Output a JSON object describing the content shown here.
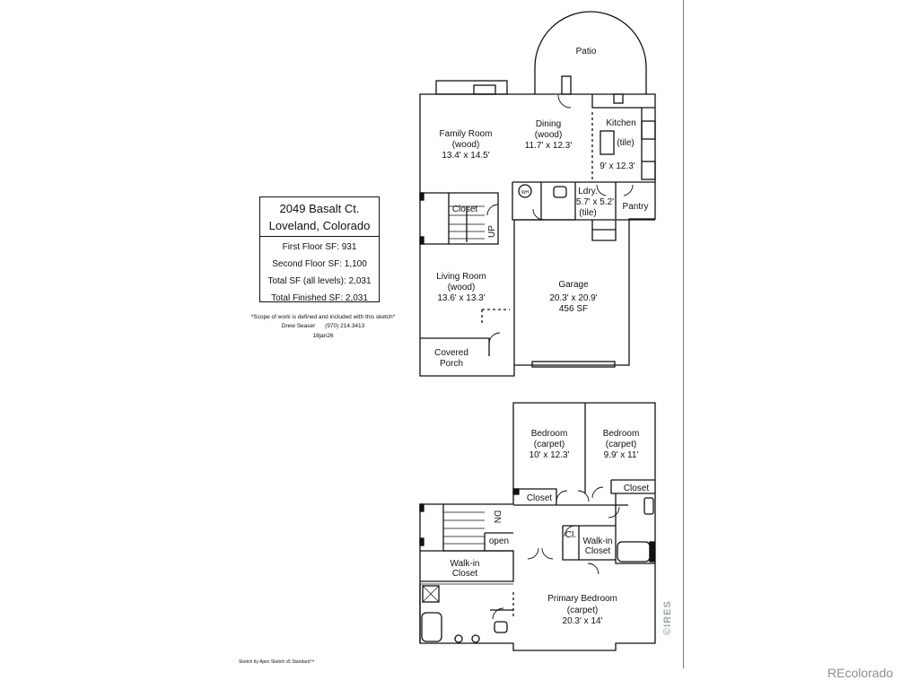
{
  "property": {
    "address": "2049 Basalt Ct.",
    "city": "Loveland, Colorado",
    "stats": [
      "First Floor SF: 931",
      "Second Floor SF: 1,100",
      "Total SF (all levels): 2,031",
      "Total Finished SF: 2,031"
    ],
    "scope_note": "*Scope of work is defined and included with this sketch*",
    "contact": "Drew Seaser      (970) 214.3413",
    "date": "18jan26",
    "credit": "Sketch by Apex Sketch v5 Standard™"
  },
  "first_floor": {
    "patio": "Patio",
    "family_room": [
      "Family Room",
      "(wood)",
      "13.4' x 14.5'"
    ],
    "dining": [
      "Dining",
      "(wood)",
      "11.7' x 12.3'"
    ],
    "kitchen": [
      "Kitchen",
      "(tile)",
      "9' x 12.3'"
    ],
    "closet": "Closet",
    "up": "UP",
    "wh": "WH",
    "laundry": [
      "Ldry.",
      "5.7' x 5.2'",
      "(tile)"
    ],
    "pantry": "Pantry",
    "living_room": [
      "Living Room",
      "(wood)",
      "13.6' x 13.3'"
    ],
    "garage": [
      "Garage",
      "20.3' x 20.9'",
      "456 SF"
    ],
    "covered_porch": [
      "Covered",
      "Porch"
    ]
  },
  "second_floor": {
    "bedroom1": [
      "Bedroom",
      "(carpet)",
      "10' x 12.3'"
    ],
    "bedroom2": [
      "Bedroom",
      "(carpet)",
      "9.9' x 11'"
    ],
    "closet1": "Closet",
    "closet2": "Closet",
    "dn": "DN",
    "open": "open",
    "cl": "Cl.",
    "walkin_small": [
      "Walk-in",
      "Closet"
    ],
    "walkin_large": [
      "Walk-in",
      "Closet"
    ],
    "primary": [
      "Primary Bedroom",
      "(carpet)",
      "20.3' x 14'"
    ]
  },
  "watermark": {
    "ires": "©IRES",
    "brand": "REcolorado"
  }
}
